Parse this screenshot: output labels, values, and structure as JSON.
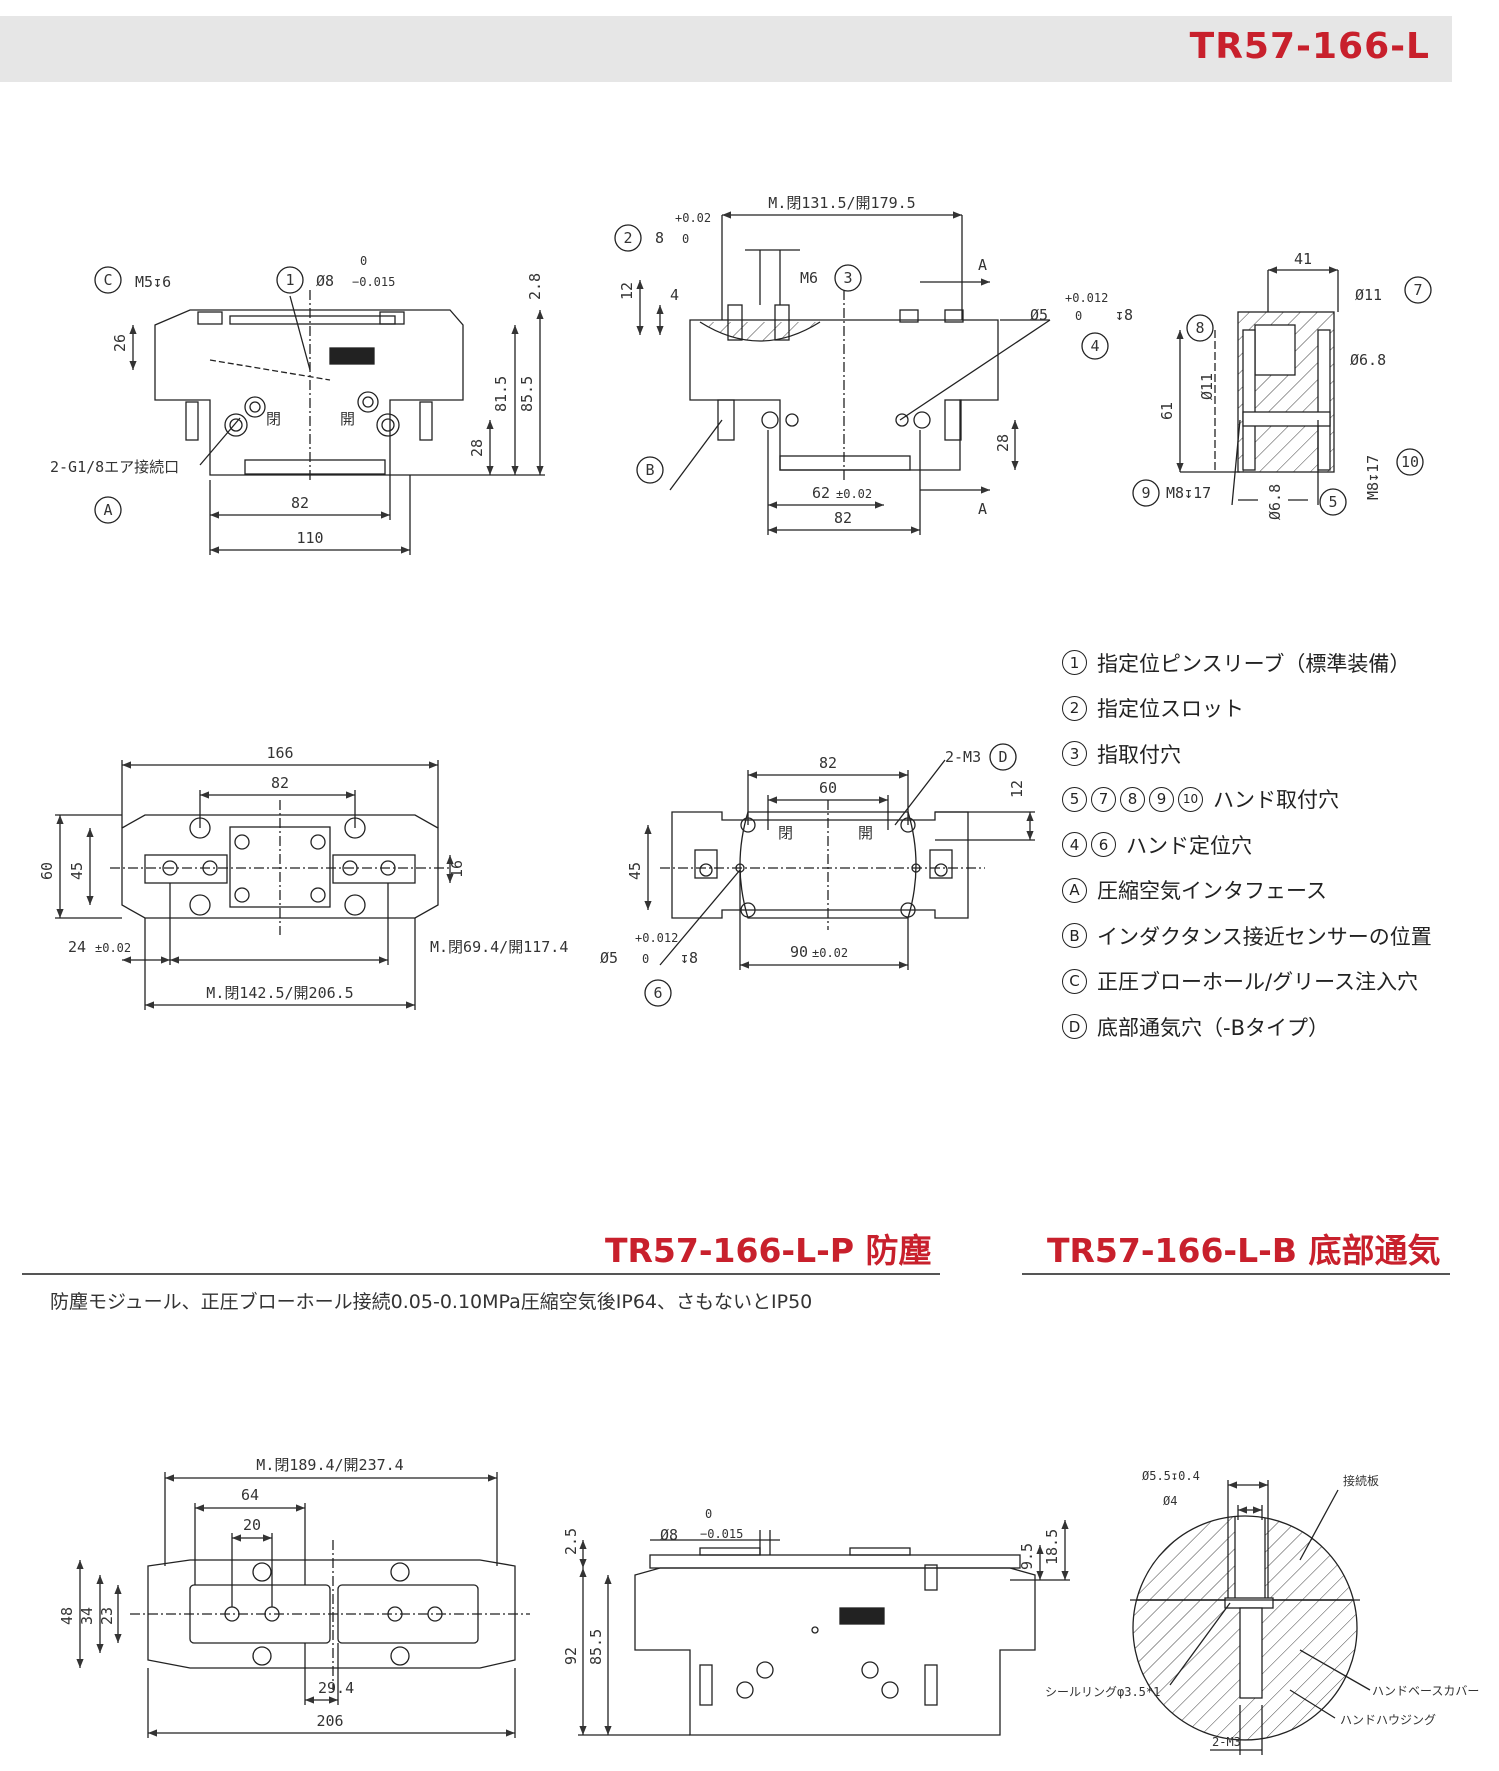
{
  "header": {
    "title": "TR57-166-L"
  },
  "legend": [
    {
      "markers": [
        "1"
      ],
      "text": "指定位ピンスリーブ（標準装備）"
    },
    {
      "markers": [
        "2"
      ],
      "text": "指定位スロット"
    },
    {
      "markers": [
        "3"
      ],
      "text": "指取付穴"
    },
    {
      "markers": [
        "5",
        "7",
        "8",
        "9",
        "10"
      ],
      "text": "ハンド取付穴"
    },
    {
      "markers": [
        "4",
        "6"
      ],
      "text": "ハンド定位穴"
    },
    {
      "markers": [
        "A"
      ],
      "text": "圧縮空気インタフェース"
    },
    {
      "markers": [
        "B"
      ],
      "text": "インダクタンス接近センサーの位置"
    },
    {
      "markers": [
        "C"
      ],
      "text": "正圧ブローホール/グリース注入穴"
    },
    {
      "markers": [
        "D"
      ],
      "text": "底部通気穴（-Bタイプ）"
    }
  ],
  "sections": {
    "p_title": "TR57-166-L-P 防塵",
    "b_title": "TR57-166-L-B 底部通気",
    "p_desc": "防塵モジュール、正圧ブローホール接続0.05-0.10MPa圧縮空気後IP64、さもないとIP50"
  },
  "drawing_labels": {
    "front": {
      "c_marker": "C",
      "m5": "M5↧6",
      "pin_marker": "1",
      "pin_dia": "Ø8",
      "pin_tol_up": "0",
      "pin_tol_lo": "−0.015",
      "h26": "26",
      "h28": "28",
      "h815": "81.5",
      "h855": "85.5",
      "h28b": "2.8",
      "air": "2-G1/8エア接続口",
      "a_marker": "A",
      "w82": "82",
      "w110": "110",
      "close": "閉",
      "open": "開"
    },
    "side": {
      "stroke": "M.閉131.5/開179.5",
      "slot_marker": "2",
      "slot_w": "8",
      "slot_tol_up": "+0.02",
      "slot_tol_lo": "0",
      "m6": "M6",
      "m6_marker": "3",
      "h12": "12",
      "h4": "4",
      "arrow_a": "A",
      "dia5": "Ø5",
      "dia5_tol_up": "+0.012",
      "dia5_tol_lo": "0",
      "dia5_depth": "↧8",
      "dia5_marker": "4",
      "h28": "28",
      "sensor_marker": "B",
      "w62": "62",
      "w62_tol": "±0.02",
      "w82": "82"
    },
    "jaw": {
      "w41": "41",
      "d11": "Ø11",
      "d11_marker": "7",
      "marker8": "8",
      "d11b": "Ø11",
      "d68": "Ø6.8",
      "h61": "61",
      "m8_left": "M8↧17",
      "m8_left_marker": "9",
      "m8_right": "M8↧17",
      "m8_right_marker": "10",
      "d68b": "Ø6.8",
      "d68b_marker": "5"
    },
    "top": {
      "w166": "166",
      "w82": "82",
      "h60": "60",
      "h45": "45",
      "h16": "16",
      "w24": "24",
      "w24_tol": "±0.02",
      "stroke_open": "M.閉69.4/開117.4",
      "stroke_total": "M.閉142.5/開206.5"
    },
    "bottom": {
      "w82": "82",
      "w60": "60",
      "d_label": "2-M3",
      "d_marker": "D",
      "h12": "12",
      "h45": "45",
      "close": "閉",
      "open": "開",
      "dia5": "Ø5",
      "dia5_tol_up": "+0.012",
      "dia5_tol_lo": "0",
      "dia5_depth": "↧8",
      "dia5_marker": "6",
      "w90": "90",
      "w90_tol": "±0.02"
    },
    "p_top": {
      "stroke": "M.閉189.4/開237.4",
      "w64": "64",
      "w20": "20",
      "h48": "48",
      "h34": "34",
      "h23": "23",
      "w294": "29.4",
      "w206": "206"
    },
    "p_side": {
      "h25": "2.5",
      "pin_dia": "Ø8",
      "pin_tol_up": "0",
      "pin_tol_lo": "−0.015",
      "h95": "9.5",
      "h185": "18.5",
      "h92": "92",
      "h855": "85.5"
    },
    "b_detail": {
      "d55": "Ø5.5↧0.4",
      "d4": "Ø4",
      "plate": "接続板",
      "seal": "シールリングφ3.5*1",
      "cover": "ハンドベースカバー",
      "housing": "ハンドハウジング",
      "m3": "2-M3"
    }
  }
}
